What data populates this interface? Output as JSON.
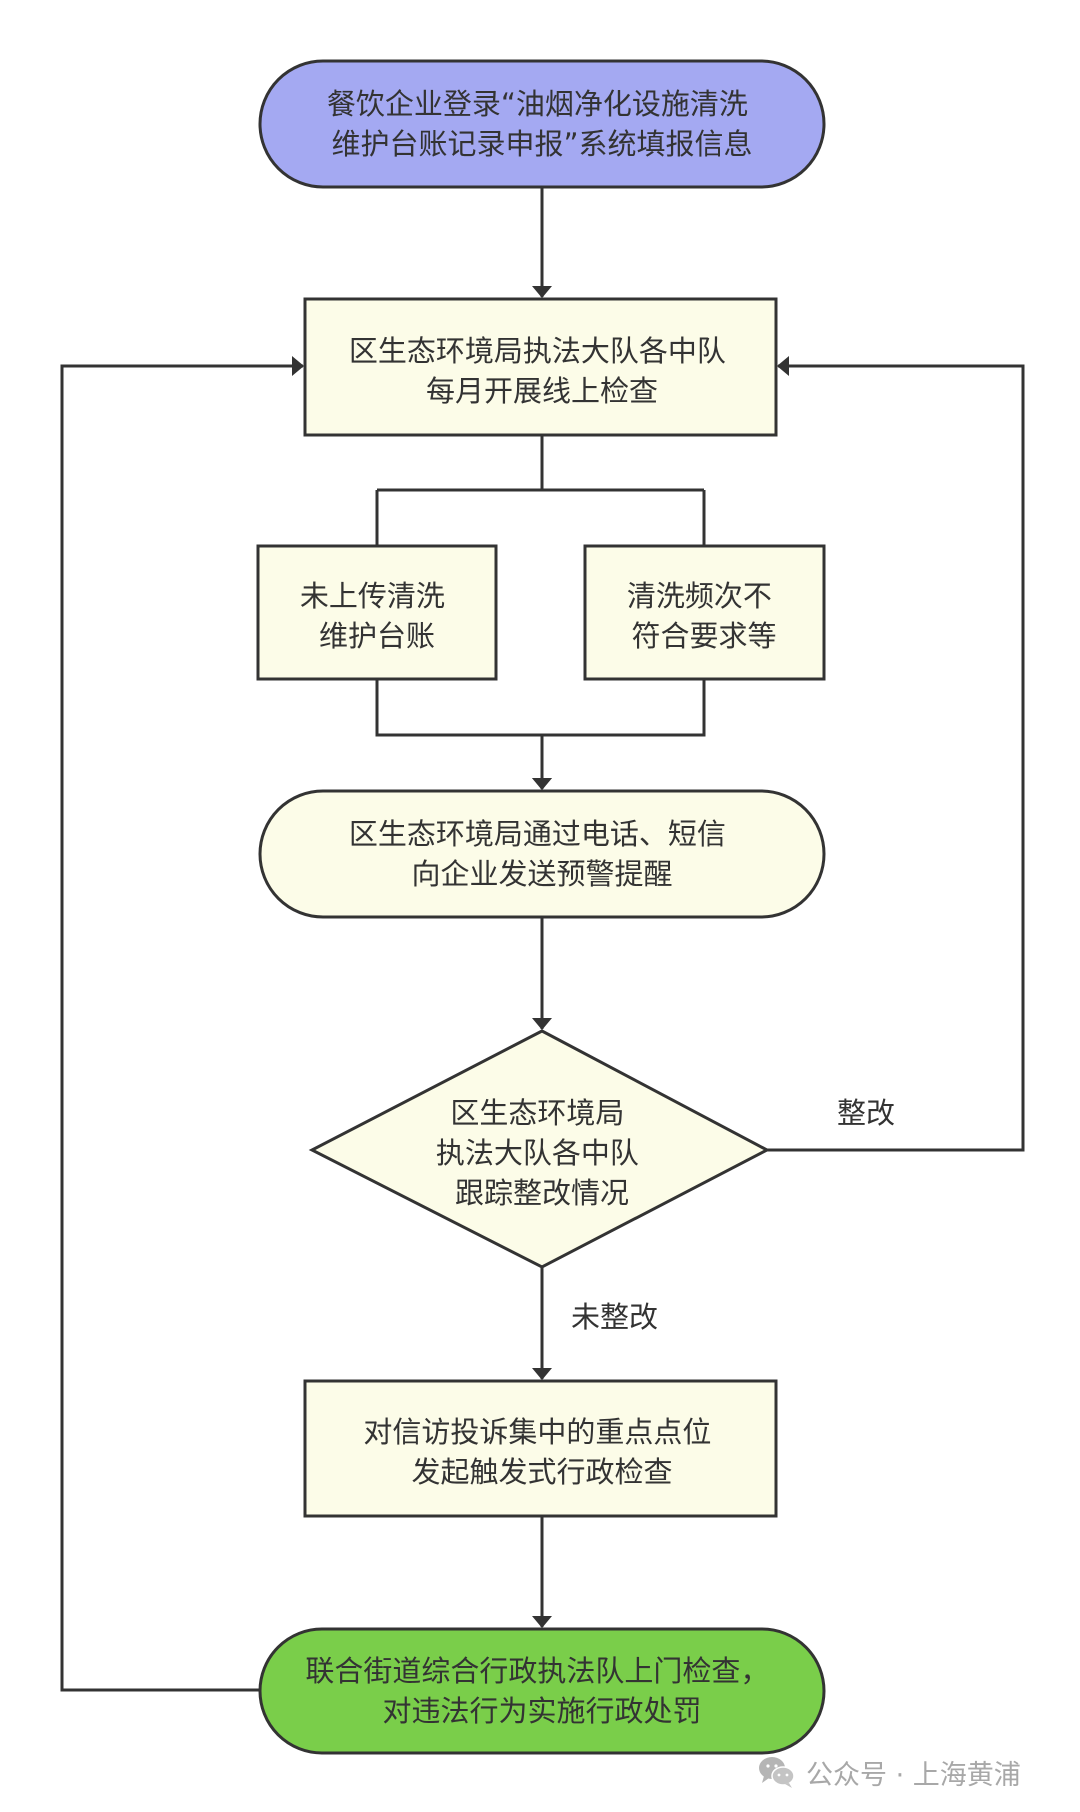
{
  "flowchart": {
    "colors": {
      "start_fill": "#a4a9f2",
      "process_fill": "#fcfce8",
      "end_fill": "#7ace4a",
      "stroke": "#333333"
    },
    "nodes": {
      "start": {
        "lines": [
          "餐饮企业登录“油烟净化设施清洗",
          "维护台账记录申报”系统填报信息"
        ]
      },
      "monthly_check": {
        "lines": [
          "区生态环境局执法大队各中队",
          "每月开展线上检查"
        ]
      },
      "not_uploaded": {
        "lines": [
          "未上传清洗",
          "维护台账"
        ]
      },
      "frequency_issue": {
        "lines": [
          "清洗频次不",
          "符合要求等"
        ]
      },
      "warning": {
        "lines": [
          "区生态环境局通过电话、短信",
          "向企业发送预警提醒"
        ]
      },
      "track_decision": {
        "lines": [
          "区生态环境局",
          "执法大队各中队",
          "跟踪整改情况"
        ]
      },
      "triggered_inspection": {
        "lines": [
          "对信访投诉集中的重点点位",
          "发起触发式行政检查"
        ]
      },
      "joint_enforcement": {
        "lines": [
          "联合街道综合行政执法队上门检查，",
          "对违法行为实施行政处罚"
        ]
      }
    },
    "edge_labels": {
      "rectified": "整改",
      "not_rectified": "未整改"
    }
  },
  "watermark": {
    "icon": "wechat-icon",
    "text": "公众号 · 上海黄浦"
  }
}
